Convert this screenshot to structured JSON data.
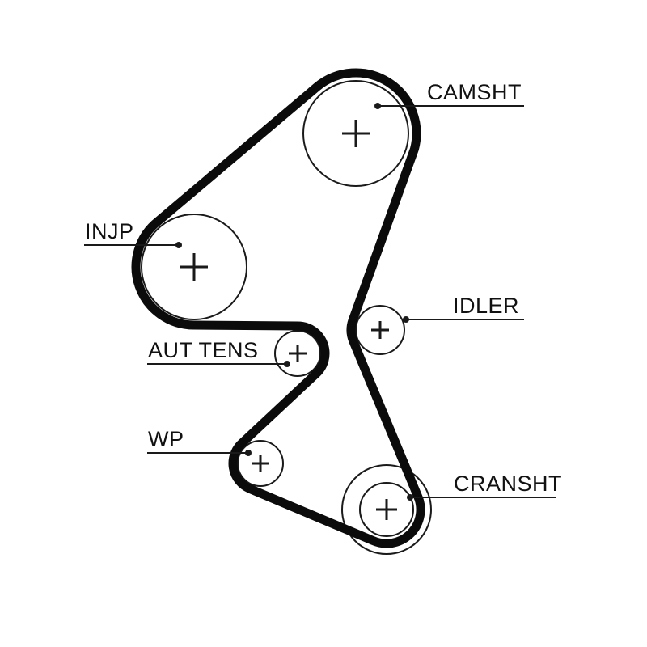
{
  "diagram": {
    "kind": "timing-belt-routing-diagram",
    "background": "#ffffff",
    "colors": {
      "belt": "#0b0b0b",
      "outline": "#1a1a1a",
      "text": "#111111"
    },
    "pulleys": [
      {
        "id": "camshaft",
        "label": "CAMSHT"
      },
      {
        "id": "injection-pump",
        "label": "INJP"
      },
      {
        "id": "idler",
        "label": "IDLER"
      },
      {
        "id": "automatic-tensioner",
        "label": "AUT TENS"
      },
      {
        "id": "water-pump",
        "label": "WP"
      },
      {
        "id": "crankshaft",
        "label": "CRANSHT"
      }
    ]
  }
}
